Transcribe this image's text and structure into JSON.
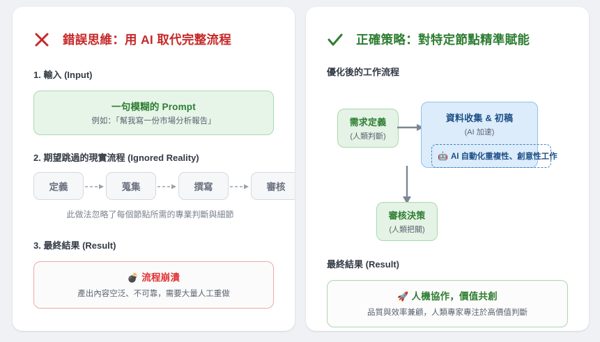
{
  "page": {
    "background": "#f0f1f5"
  },
  "bad_panel": {
    "icon": "x-mark-icon",
    "icon_color": "#c62828",
    "title": "錯誤思維：用 AI 取代完整流程",
    "sections": {
      "input_heading": "1. 輸入 (Input)",
      "reality_heading": "2. 期望跳過的現實流程 (Ignored Reality)",
      "result_heading": "3. 最終結果 (Result)"
    },
    "prompt_box": {
      "title": "一句模糊的 Prompt",
      "subtitle": "例如：「幫我寫一份市場分析報告」"
    },
    "chips": [
      "定義",
      "蒐集",
      "撰寫",
      "審核"
    ],
    "note": "此做法忽略了每個節點所需的專業判斷與細節",
    "result": {
      "emoji": "💣",
      "emoji_name": "bomb-icon",
      "title": "流程崩潰",
      "subtitle": "產出內容空泛、不可靠，需要大量人工重做",
      "color": "#e03131"
    }
  },
  "good_panel": {
    "icon": "check-mark-icon",
    "icon_color": "#2e7d32",
    "title": "正確策略：對特定節點精準賦能",
    "sections": {
      "flow_heading": "優化後的工作流程",
      "result_heading": "最終結果 (Result)"
    },
    "nodes": {
      "demand": {
        "title": "需求定義",
        "subtitle": "(人類判斷)"
      },
      "ai": {
        "title": "資料收集 & 初稿",
        "subtitle": "(AI 加速)"
      },
      "ai_dashed": {
        "emoji": "🤖",
        "emoji_name": "robot-icon",
        "label": "AI 自動化重複性、創意性工作"
      },
      "review": {
        "title": "審核決策",
        "subtitle": "(人類把關)"
      }
    },
    "result": {
      "emoji": "🚀",
      "emoji_name": "rocket-icon",
      "title": "人機協作，價值共創",
      "subtitle": "品質與效率兼顧，人類專家專注於高價值判斷",
      "color": "#2e7d32"
    }
  }
}
